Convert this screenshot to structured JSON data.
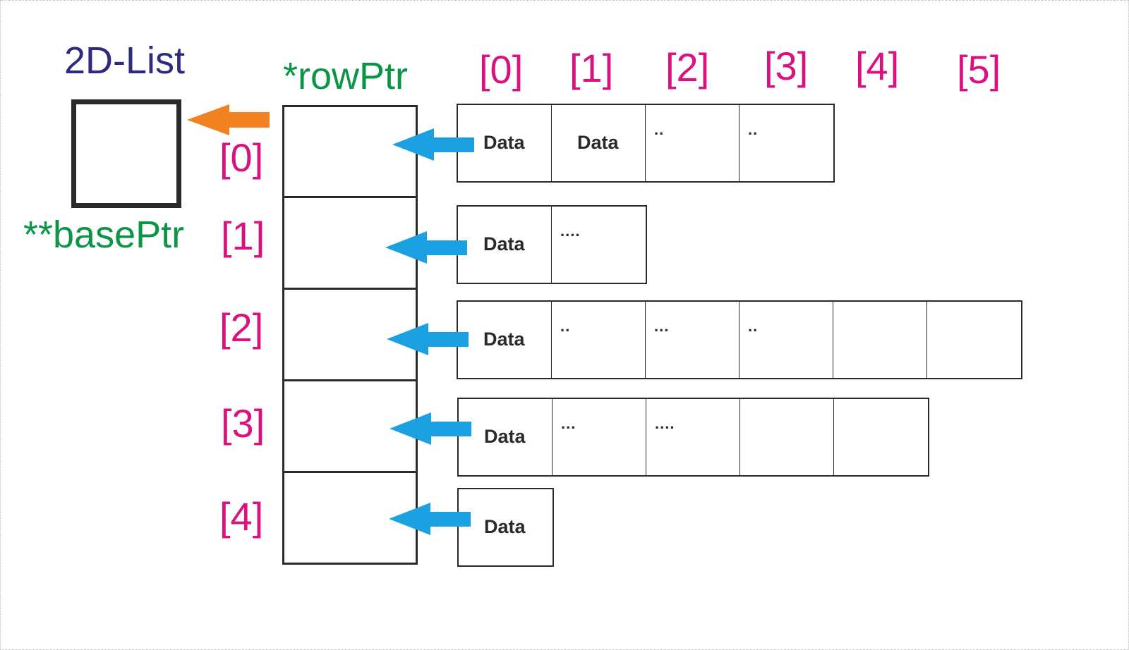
{
  "diagram": {
    "title": "2D-List",
    "base_pointer_label": "**basePtr",
    "row_pointer_label": "*rowPtr",
    "column_indices": [
      "[0]",
      "[1]",
      "[2]",
      "[3]",
      "[4]",
      "[5]"
    ],
    "row_indices": [
      "[0]",
      "[1]",
      "[2]",
      "[3]",
      "[4]"
    ],
    "rows": [
      {
        "cells": [
          "Data",
          "Data",
          "..",
          ".."
        ]
      },
      {
        "cells": [
          "Data",
          "...."
        ]
      },
      {
        "cells": [
          "Data",
          "..",
          "...",
          "..",
          "",
          ""
        ]
      },
      {
        "cells": [
          "Data",
          "...",
          "....",
          "",
          ""
        ]
      },
      {
        "cells": [
          "Data"
        ]
      }
    ],
    "colors": {
      "title": "#2e2a7e",
      "pointer_labels": "#0c9447",
      "indices": "#d9127f",
      "base_arrow": "#f08222",
      "row_arrows": "#1ba1e2",
      "outline": "#2a2a2a"
    }
  }
}
